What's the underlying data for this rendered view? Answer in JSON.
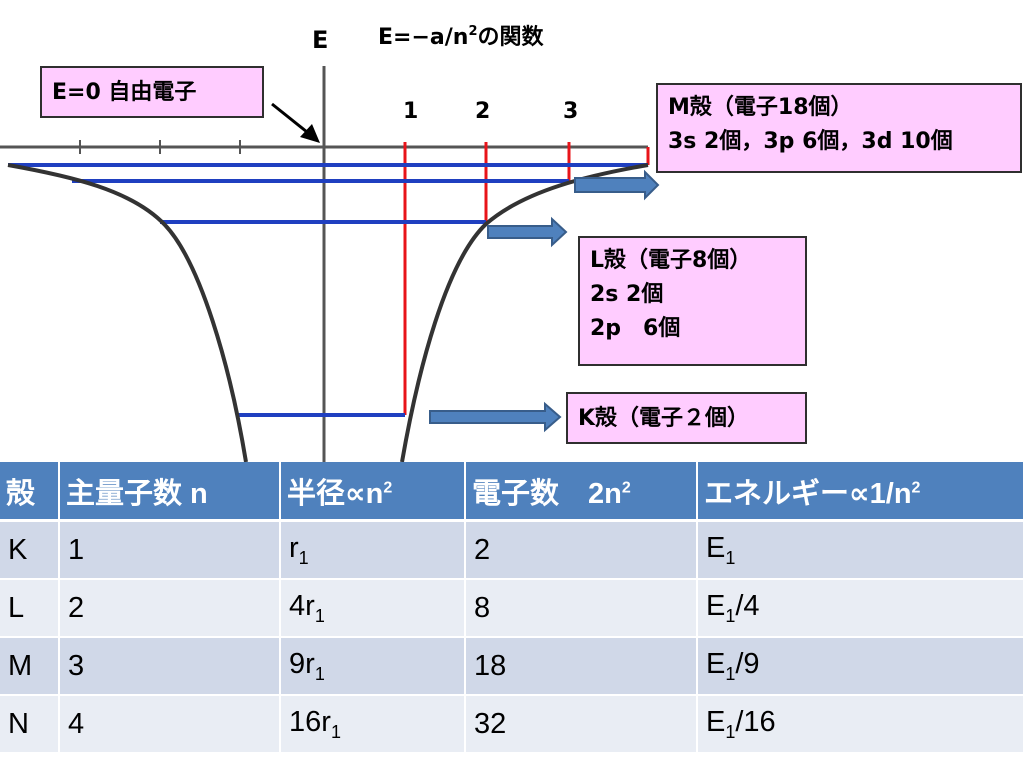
{
  "diagram": {
    "axis_label": "E",
    "function_title_prefix": "E=−a/n",
    "function_title_exp": "2",
    "function_title_suffix": "の関数",
    "zero_label": "E=0 自由電子",
    "x_ticks": [
      "1",
      "2",
      "3"
    ],
    "m_shell": {
      "line1": "M殻（電子18個）",
      "line2": "3s 2個，3p 6個，3d 10個"
    },
    "l_shell": {
      "line1": "L殻（電子8個）",
      "line2": "2s 2個",
      "line3": "2p　6個"
    },
    "k_shell": {
      "line1": "K殻（電子２個）"
    },
    "colors": {
      "curve": "#333333",
      "energy_level": "#1f3fc0",
      "n_marker": "#e8141a",
      "arrow_fill": "#4f81bd",
      "label_box": "#ffccff",
      "table_header": "#4f81bd"
    }
  },
  "table": {
    "headers": [
      {
        "text": "殻",
        "sup": ""
      },
      {
        "text": "主量子数 n",
        "sup": ""
      },
      {
        "text": "半径∝n",
        "sup": "2"
      },
      {
        "text": "電子数　2n",
        "sup": "2"
      },
      {
        "text": "エネルギー∝1/n",
        "sup": "2"
      }
    ],
    "rows": [
      {
        "shell": "K",
        "n": "1",
        "radius_coef": "",
        "radius_sub": "1",
        "electrons": "2",
        "energy_sub": "1",
        "energy_div": ""
      },
      {
        "shell": "L",
        "n": "2",
        "radius_coef": "4",
        "radius_sub": "1",
        "electrons": "8",
        "energy_sub": "1",
        "energy_div": "/4"
      },
      {
        "shell": "M",
        "n": "3",
        "radius_coef": "9",
        "radius_sub": "1",
        "electrons": "18",
        "energy_sub": "1",
        "energy_div": "/9"
      },
      {
        "shell": "N",
        "n": "4",
        "radius_coef": "16",
        "radius_sub": "1",
        "electrons": "32",
        "energy_sub": "1",
        "energy_div": "/16"
      }
    ]
  }
}
